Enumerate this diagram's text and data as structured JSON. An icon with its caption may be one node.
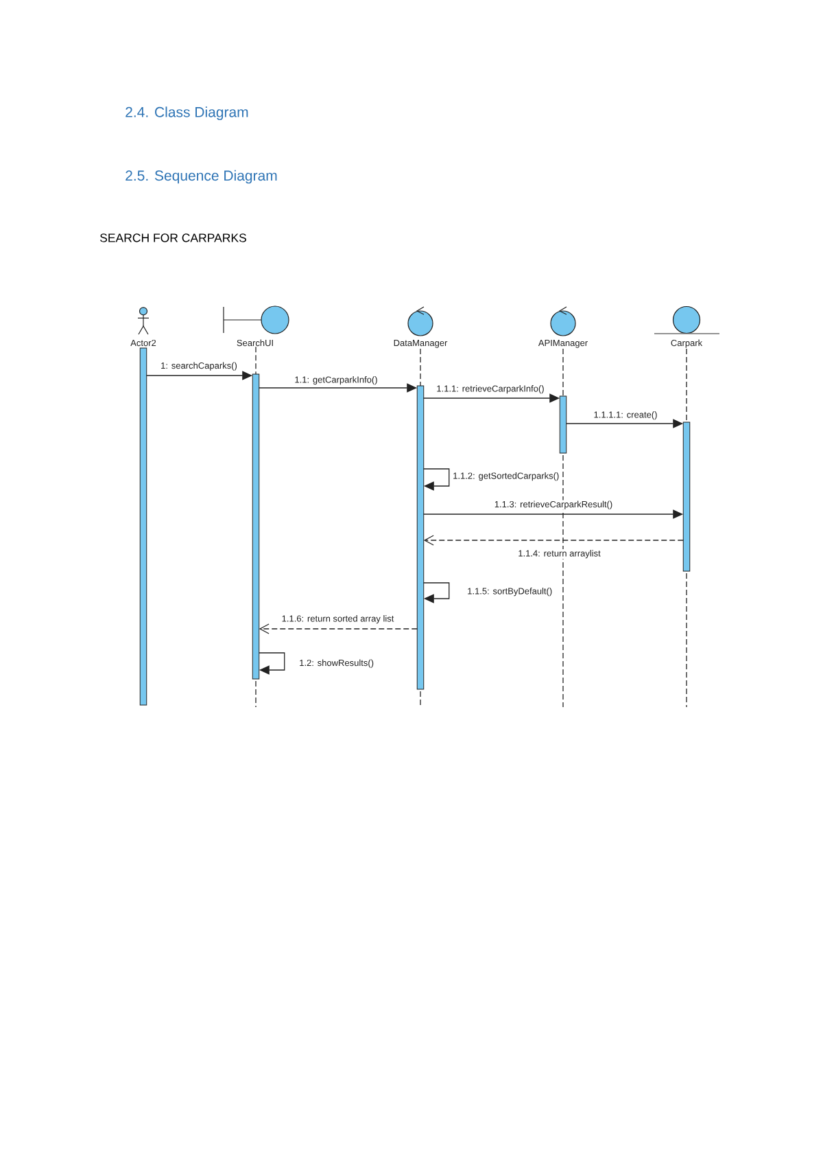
{
  "diagram": {
    "title": "SEARCH FOR CARPARKS",
    "nodes": [
      {
        "text": [
          "Actor2"
        ]
      },
      {
        "text": [
          "SearchUI"
        ]
      },
      {
        "text": [
          "DataManager"
        ]
      },
      {
        "text": [
          "APIManager"
        ]
      },
      {
        "text": [
          "Carpark"
        ]
      },
      {
        "text": [],
        "shape": "bar"
      },
      {
        "text": [],
        "shape": "bar"
      },
      {
        "text": [],
        "shape": "bar"
      },
      {
        "text": [],
        "shape": "bar"
      },
      {
        "text": [],
        "shape": "bar"
      }
    ],
    "edges": [
      {
        "from": 5,
        "to": 6,
        "arrow": "to",
        "label": "1: searchCaparks()"
      },
      {
        "from": 6,
        "to": 7,
        "arrow": "to",
        "label": "1.1: getCarparkInfo()"
      },
      {
        "from": 7,
        "to": 8,
        "arrow": "to",
        "label": "1.1.1: retrieveCarparkInfo()"
      },
      {
        "from": 8,
        "to": 9,
        "arrow": "to",
        "label": "1.1.1.1: create()"
      },
      {
        "from": 7,
        "to": 7,
        "arrow": "to",
        "label": "1.1.2: getSortedCarparks()"
      },
      {
        "from": 7,
        "to": 9,
        "arrow": "to",
        "label": "1.1.3: retrieveCarparkResult()"
      },
      {
        "from": 9,
        "to": 7,
        "arrow": "to",
        "label": "1.1.4: return arraylist",
        "style": "dashed"
      },
      {
        "from": 7,
        "to": 7,
        "arrow": "to",
        "label": "1.1.5: sortByDefault()"
      },
      {
        "from": 7,
        "to": 6,
        "arrow": "to",
        "label": "1.1.6: return sorted array list",
        "style": "dashed"
      },
      {
        "from": 6,
        "to": 6,
        "arrow": "to",
        "label": "1.2: showResults()"
      },
      {
        "from": 1,
        "to": 6,
        "arrow": "none",
        "style": "dashed"
      },
      {
        "from": 2,
        "to": 7,
        "arrow": "none",
        "style": "dashed"
      },
      {
        "from": 3,
        "to": 8,
        "arrow": "none",
        "style": "dashed"
      },
      {
        "from": 4,
        "to": 9,
        "arrow": "none",
        "style": "dashed"
      }
    ],
    "labels": [
      "2.4. Class Diagram",
      "2.5. Sequence Diagram"
    ]
  }
}
